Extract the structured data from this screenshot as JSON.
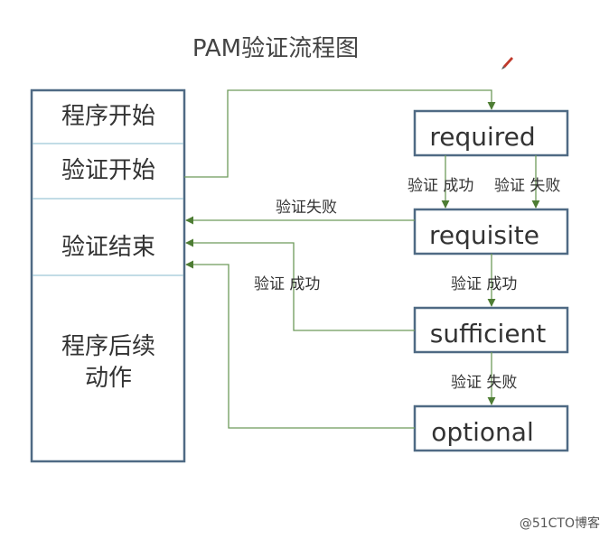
{
  "title": "PAM验证流程图",
  "left_panel": {
    "sections": [
      "程序开始",
      "验证开始",
      "验证结束",
      "程序后续",
      "动作"
    ]
  },
  "modules": [
    {
      "id": "required",
      "label": "required"
    },
    {
      "id": "requisite",
      "label": "requisite"
    },
    {
      "id": "sufficient",
      "label": "sufficient"
    },
    {
      "id": "optional",
      "label": "optional"
    }
  ],
  "edges": {
    "required_success": "验证 成功",
    "required_fail": "验证 失败",
    "requisite_fail": "验证失败",
    "requisite_success": "验证 成功",
    "sufficient_success": "验证 成功",
    "sufficient_fail": "验证 失败"
  },
  "watermark": "@51CTO博客",
  "colors": {
    "box_border": "#4f6a84",
    "divider": "#9ec6d6",
    "connector": "#6e9a5a"
  }
}
